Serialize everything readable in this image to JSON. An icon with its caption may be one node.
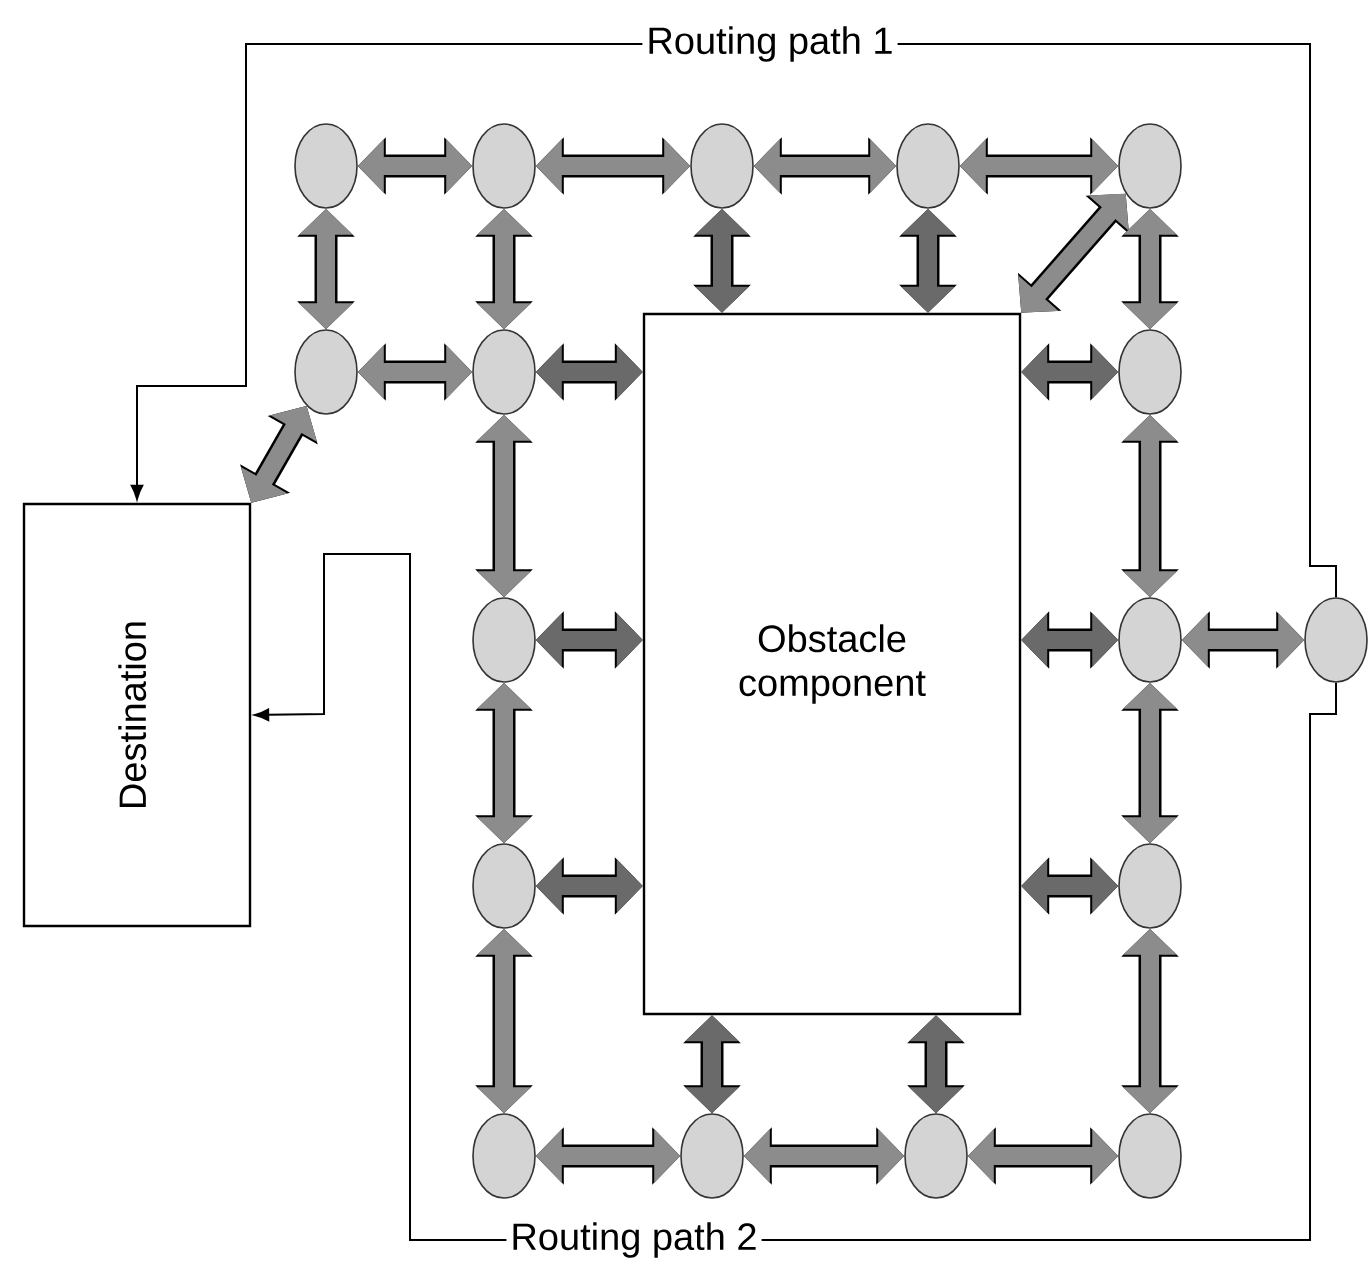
{
  "diagram": {
    "nodes": [
      {
        "text": [
          "Destination"
        ]
      },
      {
        "text": [
          "Obstacle component"
        ]
      },
      {
        "text": [],
        "shape": "circle"
      },
      {
        "text": [],
        "shape": "circle"
      },
      {
        "text": [],
        "shape": "circle"
      },
      {
        "text": [],
        "shape": "circle"
      },
      {
        "text": [],
        "shape": "circle"
      },
      {
        "text": [],
        "shape": "circle"
      },
      {
        "text": [],
        "shape": "circle"
      },
      {
        "text": [],
        "shape": "circle"
      },
      {
        "text": [],
        "shape": "circle"
      },
      {
        "text": [],
        "shape": "circle"
      },
      {
        "text": [],
        "shape": "circle"
      },
      {
        "text": [],
        "shape": "circle"
      },
      {
        "text": [],
        "shape": "circle"
      },
      {
        "text": [],
        "shape": "circle"
      },
      {
        "text": [],
        "shape": "circle"
      },
      {
        "text": [],
        "shape": "circle"
      },
      {
        "text": [],
        "shape": "circle"
      }
    ],
    "edges": [
      {
        "from": 2,
        "to": 3,
        "arrow": "both"
      },
      {
        "from": 3,
        "to": 4,
        "arrow": "both"
      },
      {
        "from": 4,
        "to": 5,
        "arrow": "both"
      },
      {
        "from": 5,
        "to": 6,
        "arrow": "both"
      },
      {
        "from": 2,
        "to": 7,
        "arrow": "both"
      },
      {
        "from": 3,
        "to": 8,
        "arrow": "both"
      },
      {
        "from": 4,
        "to": 1,
        "arrow": "both",
        "color": "#6a6a6a"
      },
      {
        "from": 5,
        "to": 1,
        "arrow": "both",
        "color": "#6a6a6a"
      },
      {
        "from": 6,
        "to": 1,
        "arrow": "both"
      },
      {
        "from": 6,
        "to": 9,
        "arrow": "both"
      },
      {
        "from": 7,
        "to": 8,
        "arrow": "both"
      },
      {
        "from": 8,
        "to": 1,
        "arrow": "both",
        "color": "#6a6a6a"
      },
      {
        "from": 9,
        "to": 1,
        "arrow": "both",
        "color": "#6a6a6a"
      },
      {
        "from": 7,
        "to": 0,
        "arrow": "both"
      },
      {
        "from": 8,
        "to": 10,
        "arrow": "both"
      },
      {
        "from": 9,
        "to": 11,
        "arrow": "both"
      },
      {
        "from": 10,
        "to": 1,
        "arrow": "both",
        "color": "#6a6a6a"
      },
      {
        "from": 11,
        "to": 1,
        "arrow": "both",
        "color": "#6a6a6a"
      },
      {
        "from": 11,
        "to": 12,
        "arrow": "both"
      },
      {
        "from": 10,
        "to": 13,
        "arrow": "both"
      },
      {
        "from": 11,
        "to": 14,
        "arrow": "both"
      },
      {
        "from": 13,
        "to": 1,
        "arrow": "both",
        "color": "#6a6a6a"
      },
      {
        "from": 14,
        "to": 1,
        "arrow": "both",
        "color": "#6a6a6a"
      },
      {
        "from": 13,
        "to": 15,
        "arrow": "both"
      },
      {
        "from": 14,
        "to": 18,
        "arrow": "both"
      },
      {
        "from": 15,
        "to": 16,
        "arrow": "both"
      },
      {
        "from": 16,
        "to": 17,
        "arrow": "both"
      },
      {
        "from": 17,
        "to": 18,
        "arrow": "both"
      },
      {
        "from": 16,
        "to": 1,
        "arrow": "both",
        "color": "#6a6a6a"
      },
      {
        "from": 17,
        "to": 1,
        "arrow": "both",
        "color": "#6a6a6a"
      },
      {
        "from": 12,
        "to": 0,
        "arrow": "to",
        "label": "Routing path 1",
        "color": "#000000"
      },
      {
        "from": 12,
        "to": 0,
        "arrow": "to",
        "label": "Routing path 2",
        "color": "#000000"
      }
    ]
  }
}
